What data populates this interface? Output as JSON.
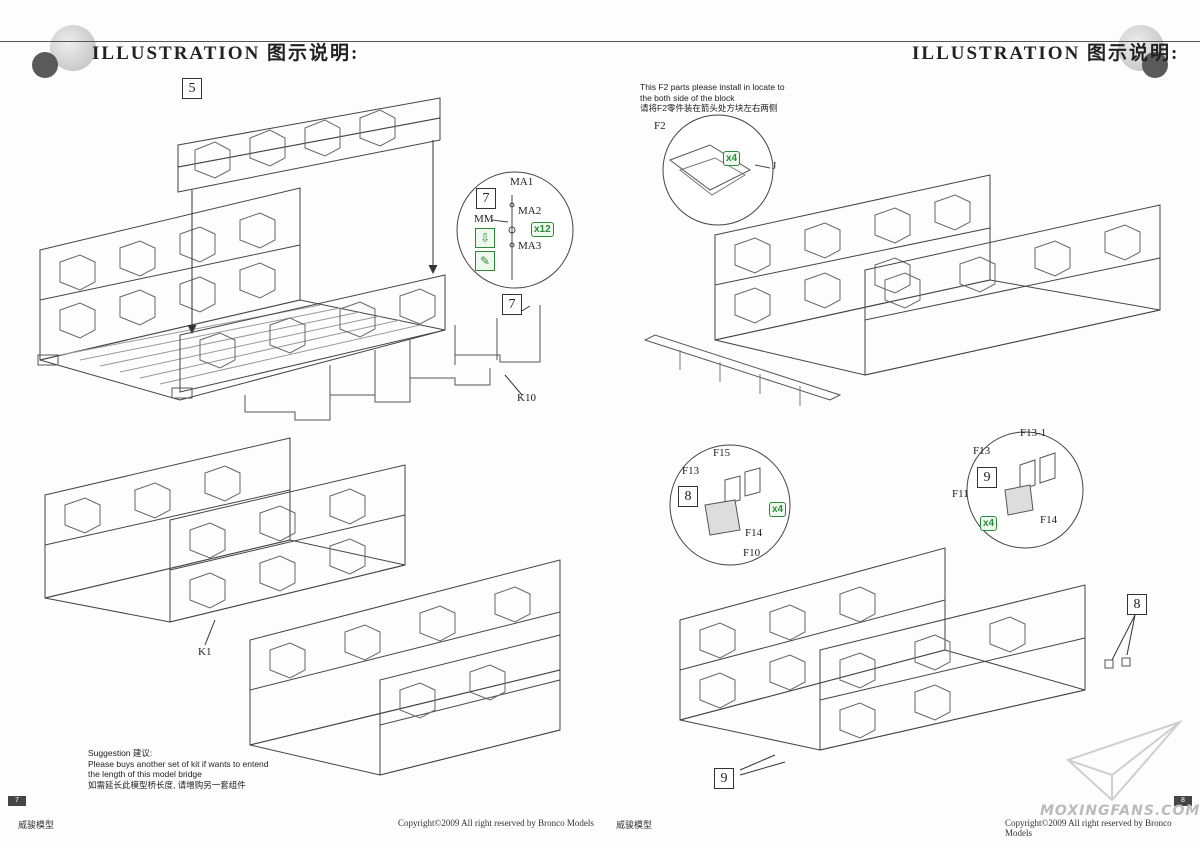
{
  "left_page": {
    "title": "ILLUSTRATION 图示说明:",
    "steps": [
      "5",
      "7",
      "7"
    ],
    "detail_labels": {
      "ma1": "MA1",
      "ma2": "MA2",
      "ma3": "MA3",
      "mm": "MM",
      "qty": "x12"
    },
    "part_labels": {
      "k10": "K10",
      "k1": "K1"
    },
    "suggestion": {
      "heading": "Suggestion    建议:",
      "line1": "Please buys another set of kit if wants to entend",
      "line2": "the length of this model bridge",
      "line3": "如需延长此模型桥长度, 请增购另一套组件"
    },
    "page_number": "7",
    "footer_brand": "威骏模型",
    "footer_copyright": "Copyright©2009   All right reserved by Bronco Models"
  },
  "right_page": {
    "title": "ILLUSTRATION 图示说明:",
    "note": {
      "line1": "This F2 parts please install in locate to",
      "line2": "the both side of the block",
      "line3": "请将F2零件装在箭头处方块左右两侧"
    },
    "detail_f2": {
      "f2": "F2",
      "j": "J",
      "qty": "x4"
    },
    "detail_8": {
      "step": "8",
      "f15": "F15",
      "f13": "F13",
      "f14": "F14",
      "f10": "F10",
      "qty": "x4"
    },
    "detail_9": {
      "step": "9",
      "f13_1": "F13-1",
      "f13": "F13",
      "f11": "F11",
      "f14": "F14",
      "qty": "x4"
    },
    "callouts": [
      "8",
      "9"
    ],
    "page_number": "8",
    "footer_brand": "威骏模型",
    "footer_copyright": "Copyright©2009   All right reserved by Bronco Models"
  },
  "watermark": "MOXINGFANS.COM",
  "colors": {
    "accent_green": "#2a8a3a",
    "line": "#333333",
    "circle_dark": "#5a5a5a",
    "circle_light": "#cfcfcf"
  }
}
